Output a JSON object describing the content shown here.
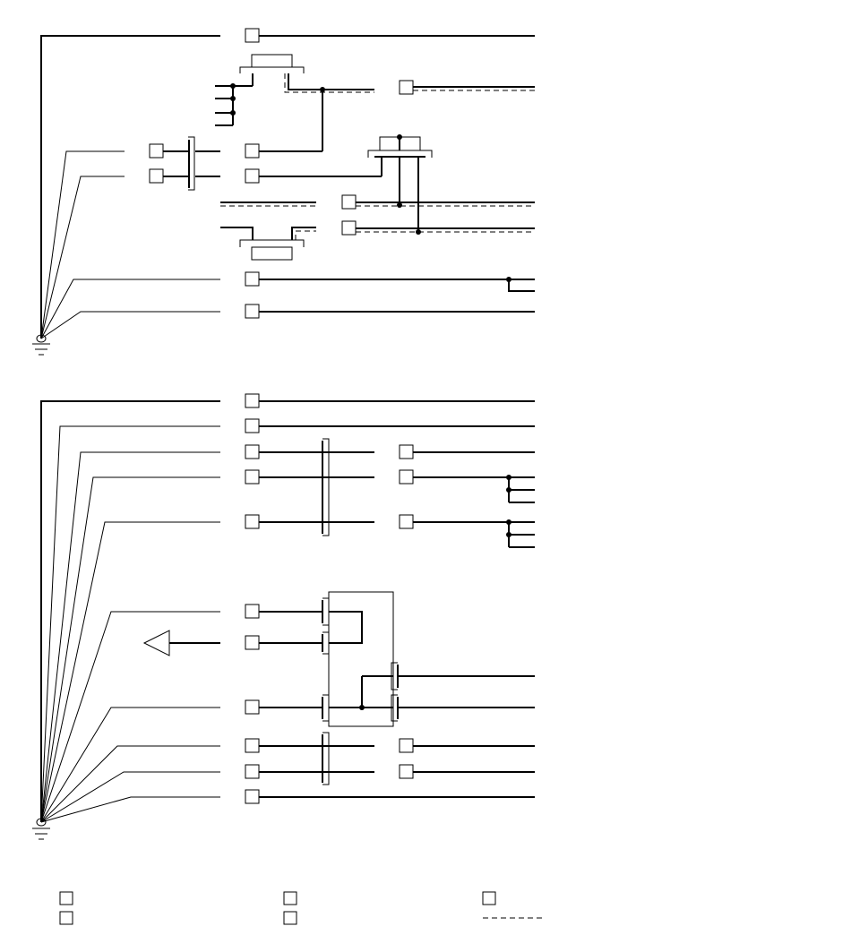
{
  "diagram": {
    "type": "wiring-schematic",
    "sections": [
      {
        "name": "upper-section",
        "circuit_count": 6,
        "has_ground": true
      },
      {
        "name": "lower-section",
        "circuit_count": 11,
        "has_ground": true,
        "has_connector_block": true,
        "has_arrow_indicator": true
      }
    ]
  },
  "legend": {
    "entries": [
      {
        "id": "legend-1",
        "symbol": "box",
        "label": ""
      },
      {
        "id": "legend-2",
        "symbol": "box",
        "label": ""
      },
      {
        "id": "legend-3",
        "symbol": "box",
        "label": ""
      },
      {
        "id": "legend-4",
        "symbol": "box",
        "label": ""
      },
      {
        "id": "legend-5",
        "symbol": "box",
        "label": ""
      },
      {
        "id": "legend-6",
        "symbol": "dashed-line",
        "label": ""
      }
    ]
  },
  "colors": {
    "line": "#000000",
    "background": "#ffffff"
  }
}
